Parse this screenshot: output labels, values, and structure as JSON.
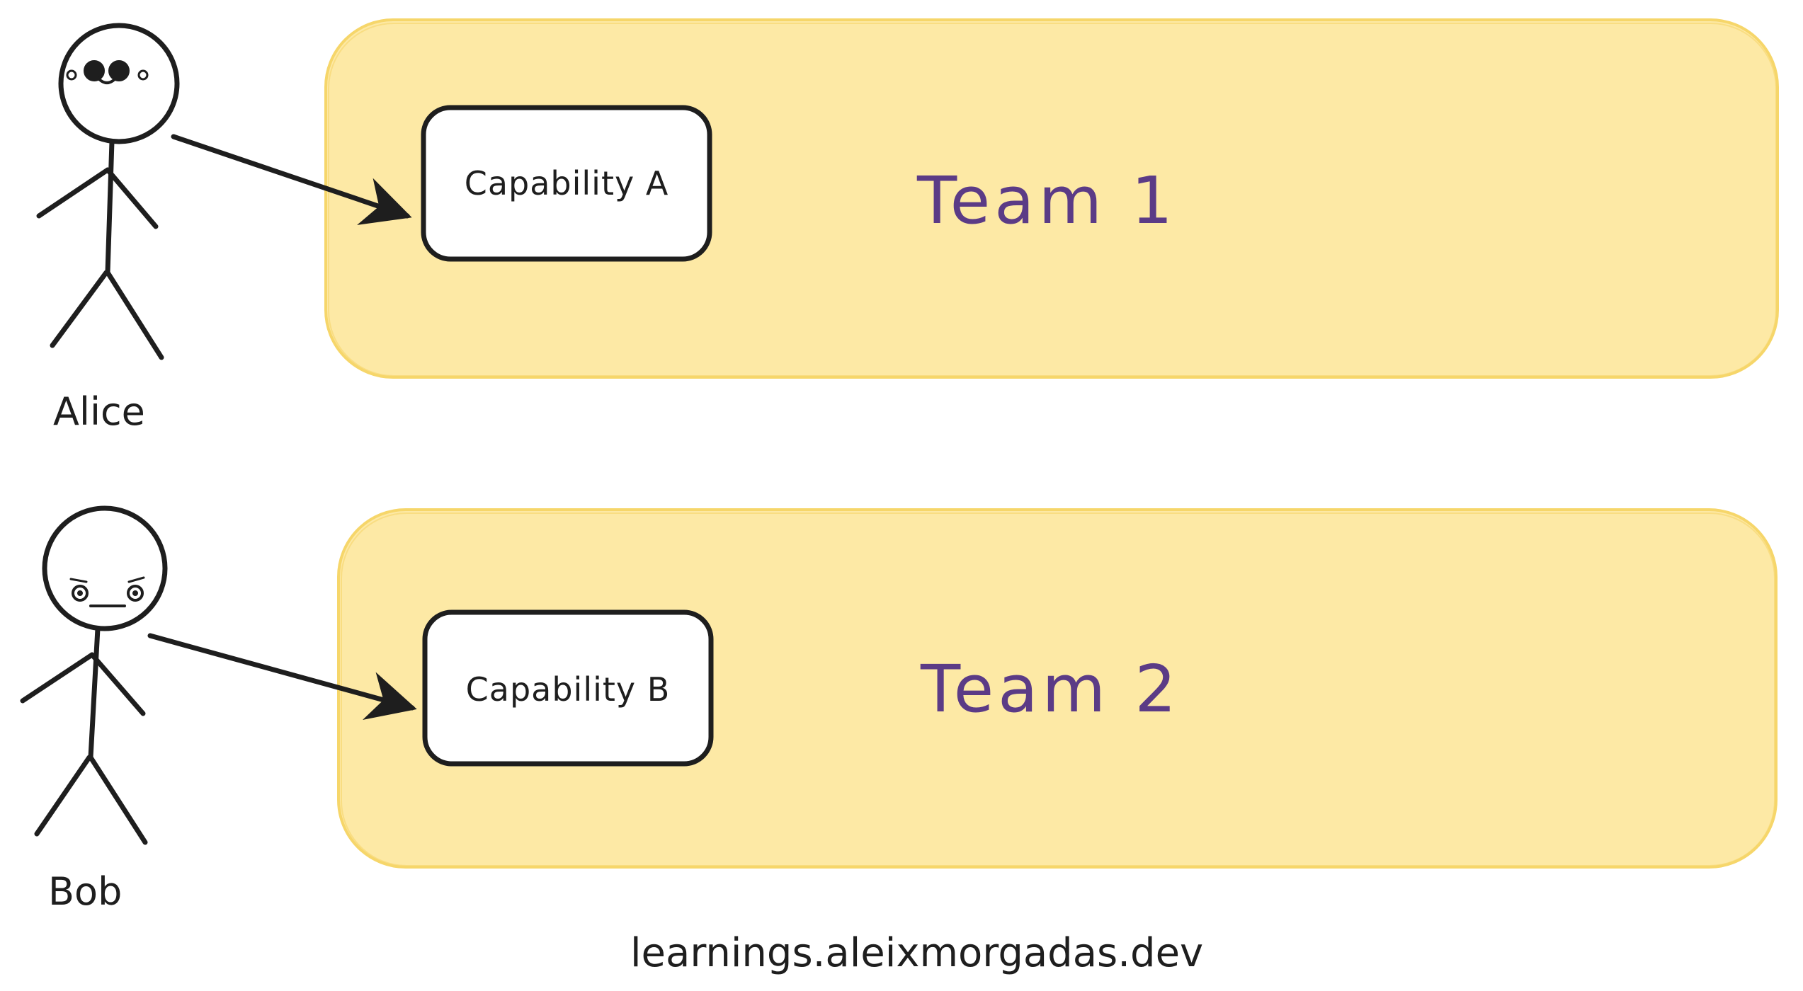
{
  "colors": {
    "team_fill": "#fde9a5",
    "team_stroke": "#f6d66a",
    "team_text": "#5b3b86",
    "ink": "#1e1e1e",
    "box_fill": "#ffffff"
  },
  "teams": [
    {
      "label": "Team 1"
    },
    {
      "label": "Team 2"
    }
  ],
  "capabilities": [
    {
      "label": "Capability A"
    },
    {
      "label": "Capability B"
    }
  ],
  "people": [
    {
      "name": "Alice",
      "face": "happy-face-icon"
    },
    {
      "name": "Bob",
      "face": "neutral-face-icon"
    }
  ],
  "footer": {
    "text": "learnings.aleixmorgadas.dev"
  }
}
